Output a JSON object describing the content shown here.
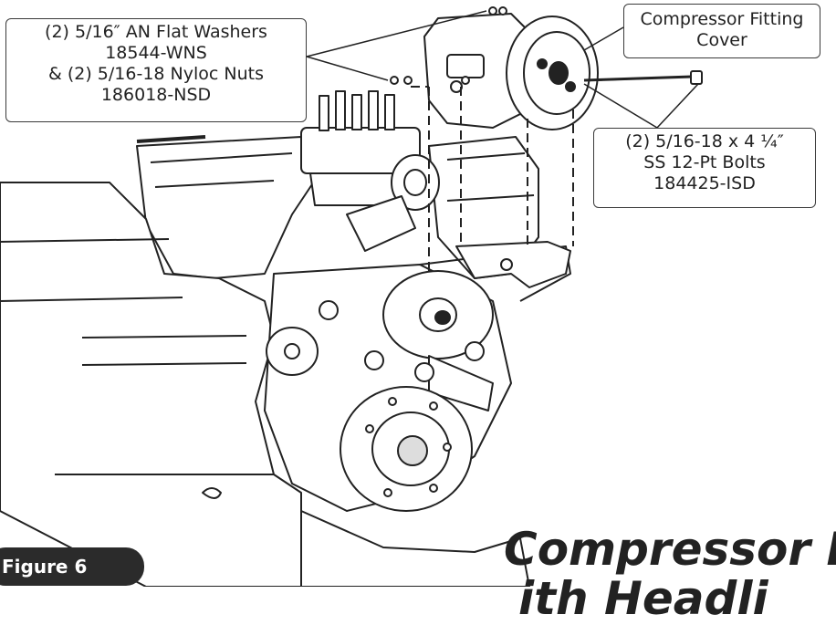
{
  "callouts": {
    "washers": {
      "lines": [
        "(2) 5/16″ AN Flat Washers",
        "18544-WNS",
        "& (2) 5/16-18 Nyloc Nuts",
        "186018-NSD"
      ]
    },
    "cover": {
      "lines": [
        "Compressor Fitting",
        "Cover"
      ]
    },
    "bolts": {
      "lines": [
        "(2) 5/16-18 x 4 ¼″",
        "SS 12-Pt Bolts",
        "184425-ISD"
      ]
    }
  },
  "figure": {
    "badge": "Figure 6",
    "title_line1": "Compressor B",
    "title_line2": "ith Headli"
  },
  "colors": {
    "line": "#222222",
    "badge_bg": "#2b2b2b",
    "badge_text": "#ffffff"
  }
}
